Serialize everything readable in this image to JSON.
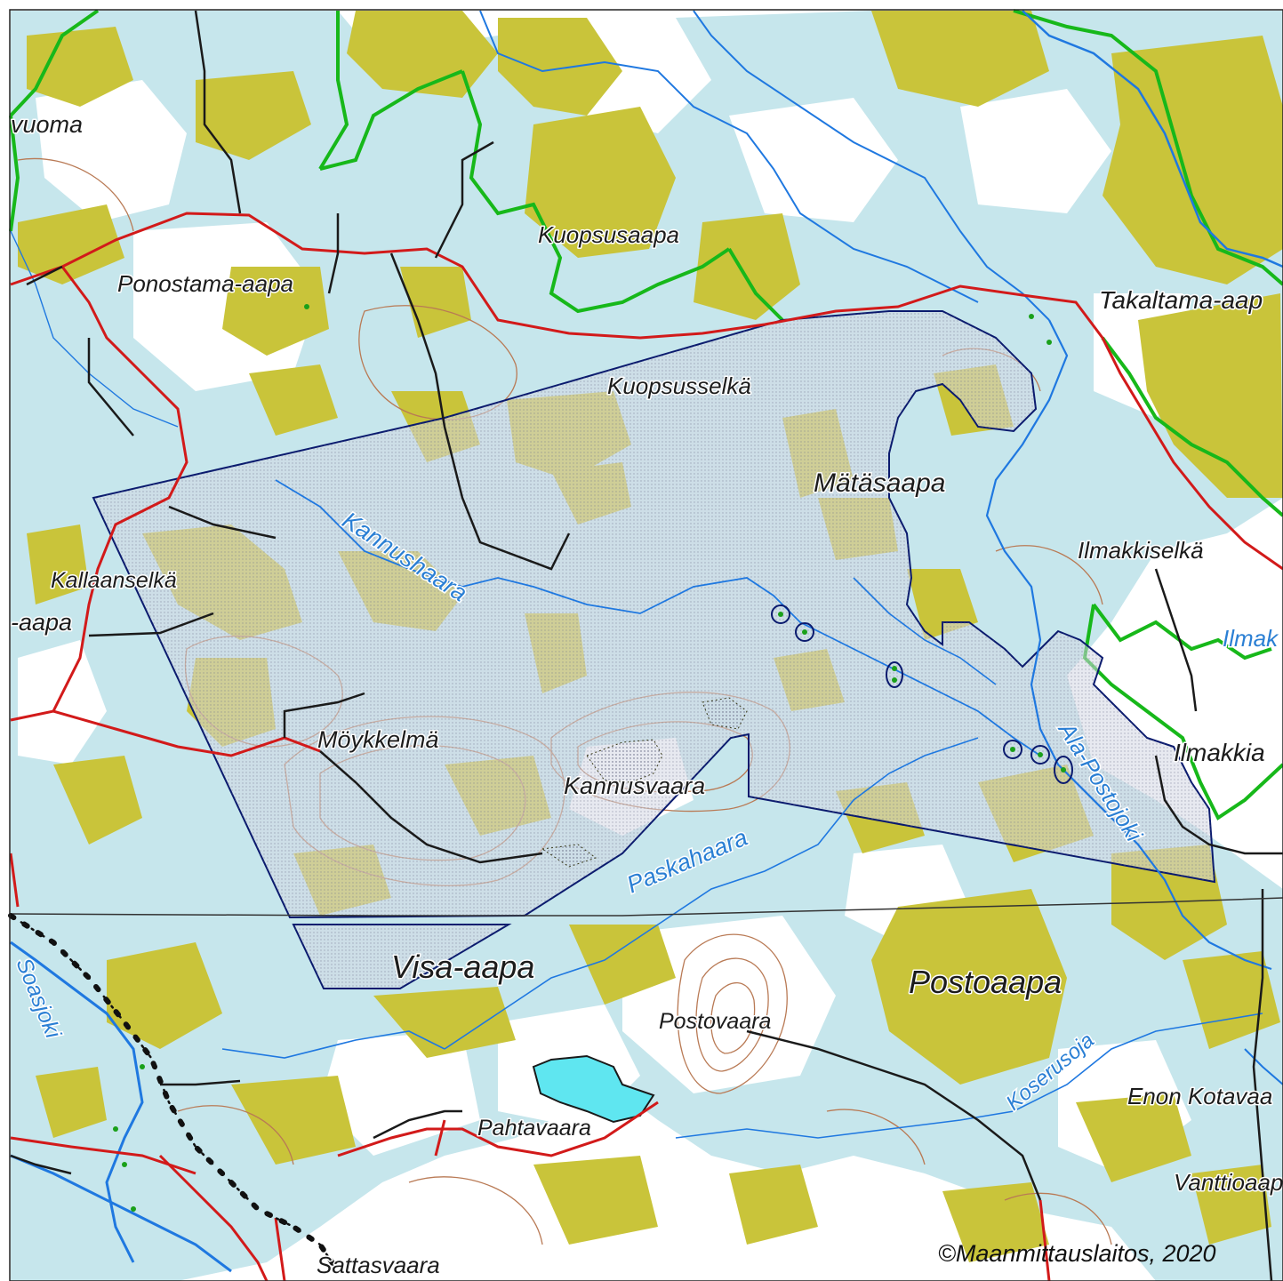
{
  "map": {
    "copyright": "©Maanmittauslaitos, 2020",
    "colors": {
      "background": "#ffffff",
      "wetland": "#c6e6ec",
      "forest": "#c9c43a",
      "protected_area_fill": "#d4d7e4",
      "protected_area_outline": "#0a1a6e",
      "road": "#d21a1a",
      "track": "#1a1a1a",
      "river": "#1f78e0",
      "lake": "#5fe6f0",
      "contour": "#b97a55",
      "reserve_boundary": "#17b81a",
      "site_marker": "#1aa01a"
    },
    "place_labels": {
      "vuoma": "vuoma",
      "kuopsusaapa": "Kuopsusaapa",
      "ponostama": "Ponostama-aapa",
      "takaltama": "Takaltama-aap",
      "kuopsusselka": "Kuopsusselkä",
      "matasaapa": "Mätäsaapa",
      "ilmakkiselka": "Ilmakkiselkä",
      "kallaanselka": "Kallaanselkä",
      "aapa": "-aapa",
      "moykkelma": "Möykkelmä",
      "kannusvaara": "Kannusvaara",
      "ilmakkia": "Ilmakkia",
      "visa_aapa": "Visa-aapa",
      "postoaapa": "Postoaapa",
      "postovaara": "Postovaara",
      "enon_kotavaara": "Enon Kotavaa",
      "pahtavaara": "Pahtavaara",
      "vanttioaapa": "Vanttioaap",
      "sattasvaara": "Sattasvaara"
    },
    "river_labels": {
      "kannushaara": "Kannushaara",
      "ilmak": "Ilmak",
      "ala_postojoki": "Ala-Postojoki",
      "paskahaara": "Paskahaara",
      "soasjoki": "Soasjoki",
      "koserusoja": "Koserusoja"
    }
  }
}
